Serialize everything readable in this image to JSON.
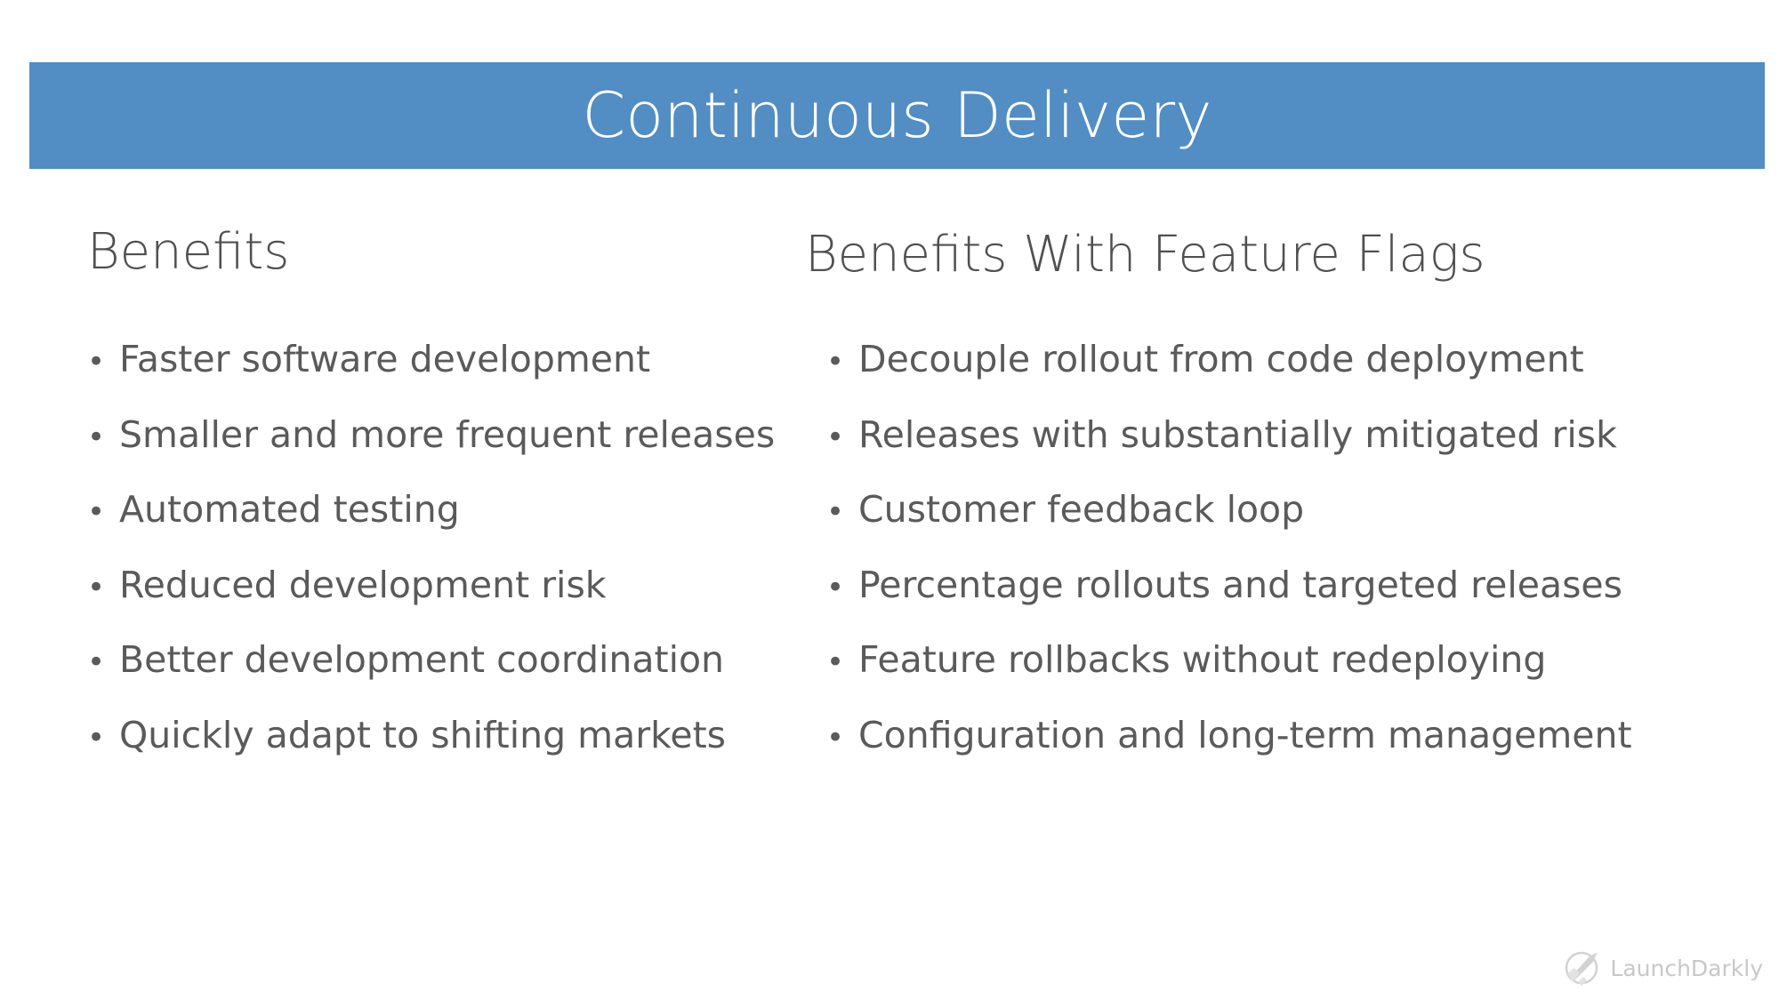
{
  "slide": {
    "title": "Continuous Delivery",
    "left": {
      "heading": "Benefits",
      "items": [
        "Faster software development",
        "Smaller and more frequent releases",
        "Automated testing",
        "Reduced development risk",
        "Better development coordination",
        "Quickly adapt to shifting markets"
      ]
    },
    "right": {
      "heading": "Benefits With Feature Flags",
      "items": [
        "Decouple rollout from code deployment",
        "Releases with substantially mitigated risk",
        "Customer feedback loop",
        "Percentage rollouts and targeted releases",
        "Feature rollbacks without redeploying",
        "Configuration and long-term management"
      ]
    },
    "bullet_glyph": "•",
    "logo": {
      "icon": "rocket-icon",
      "text": "LaunchDarkly"
    }
  },
  "colors": {
    "title_bar": "#528dc3",
    "title_text": "#ffffff",
    "body_text": "#5a5a5a",
    "logo_text": "#c8c8c8"
  }
}
